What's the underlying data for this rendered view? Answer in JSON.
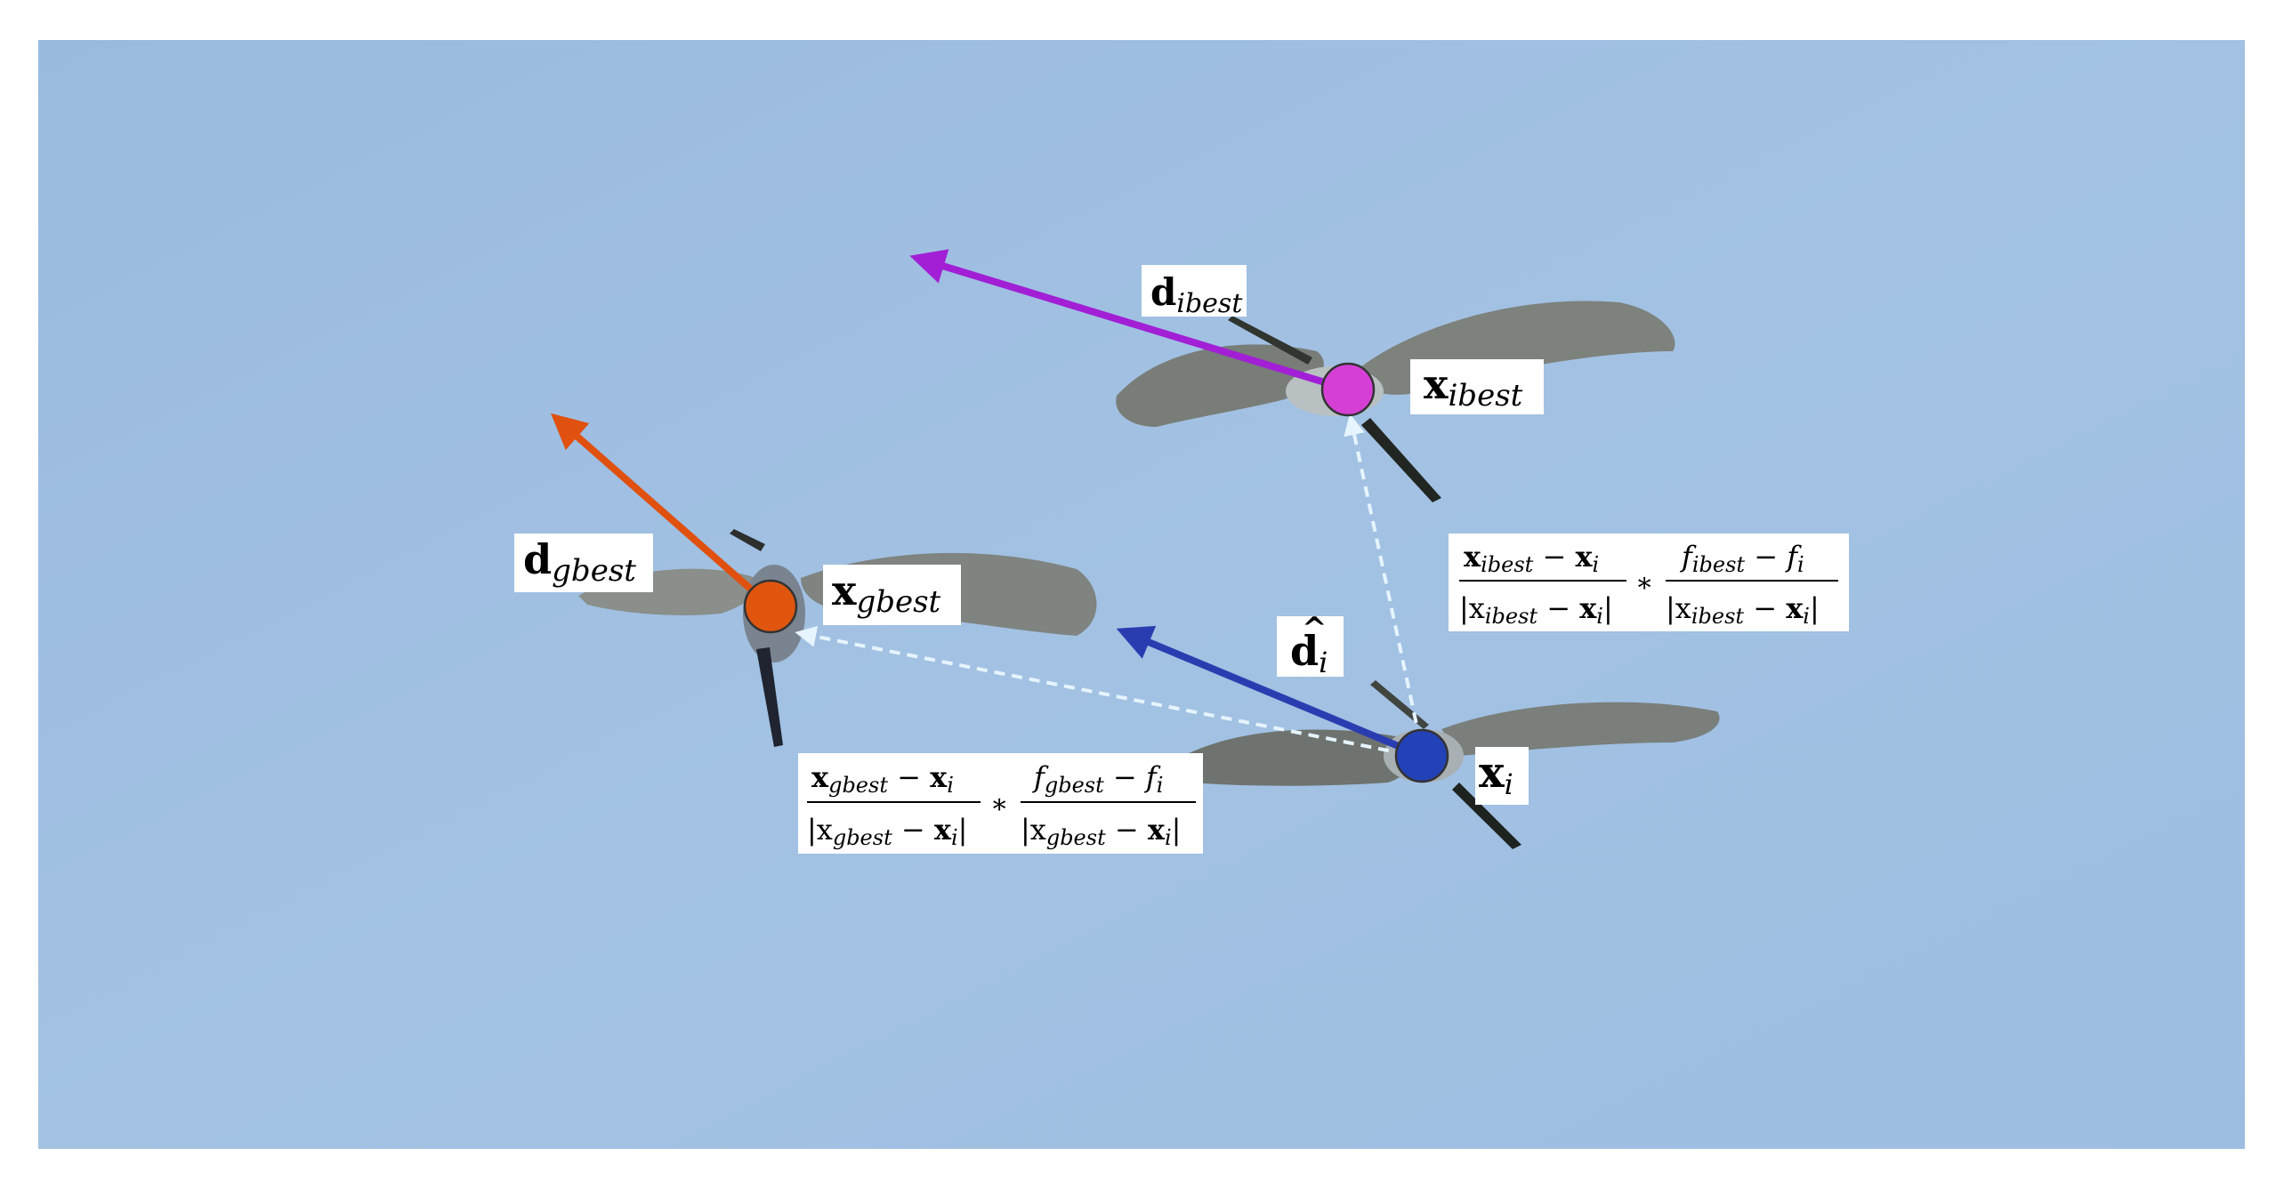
{
  "labels": {
    "x_ibest": {
      "main": "x",
      "sub": "ibest"
    },
    "d_ibest": {
      "main": "d",
      "sub": "ibest"
    },
    "x_gbest": {
      "main": "x",
      "sub": "gbest"
    },
    "d_gbest": {
      "main": "d",
      "sub": "gbest"
    },
    "x_i": {
      "main": "x",
      "sub": "i"
    },
    "d_hat_i": {
      "main": "d",
      "hat": "^",
      "sub": "i"
    }
  },
  "formulas": {
    "ibest": {
      "num1_main": "x",
      "num1_sub": "ibest",
      "num1_op": " − ",
      "num1_main2": "x",
      "num1_sub2": "i",
      "den1": "|x",
      "den1_sub": "ibest",
      "den1_op": " − ",
      "den1_main2": "x",
      "den1_sub2": "i",
      "den1_end": "|",
      "times": "∗",
      "num2_main": "f",
      "num2_sub": "ibest",
      "num2_op": " − ",
      "num2_main2": "f",
      "num2_sub2": "i",
      "den2": "|x",
      "den2_sub": "ibest",
      "den2_op": " − ",
      "den2_main2": "x",
      "den2_sub2": "i",
      "den2_end": "|"
    },
    "gbest": {
      "num1_main": "x",
      "num1_sub": "gbest",
      "num1_op": " − ",
      "num1_main2": "x",
      "num1_sub2": "i",
      "den1": "|x",
      "den1_sub": "gbest",
      "den1_op": " − ",
      "den1_main2": "x",
      "den1_sub2": "i",
      "den1_end": "|",
      "times": "∗",
      "num2_main": "f",
      "num2_sub": "gbest",
      "num2_op": " − ",
      "num2_main2": "f",
      "num2_sub2": "i",
      "den2": "|x",
      "den2_sub": "gbest",
      "den2_op": " − ",
      "den2_main2": "x",
      "den2_sub2": "i",
      "den2_end": "|"
    }
  },
  "colors": {
    "sky": "#9dbde0",
    "ibest_point": "#d63fd6",
    "ibest_arrow": "#a21fd6",
    "gbest_point": "#e0560f",
    "gbest_arrow": "#e0500f",
    "current_point": "#2342b8",
    "current_arrow": "#2a3db0",
    "dashed": "#e6f4ff"
  }
}
